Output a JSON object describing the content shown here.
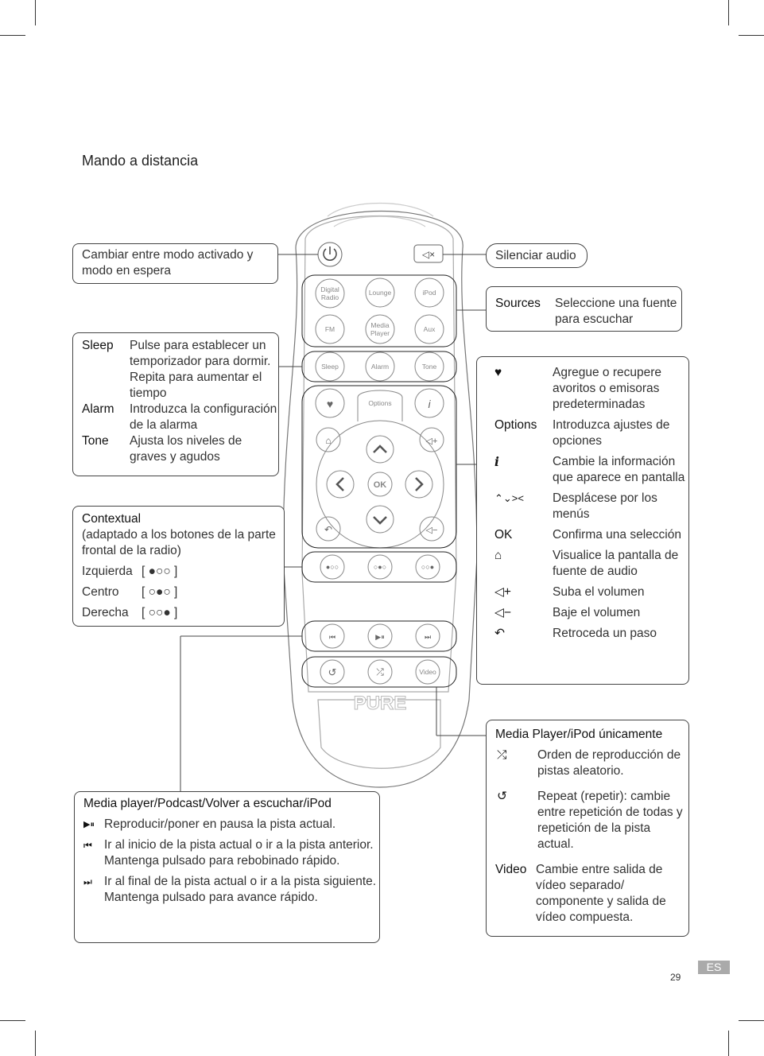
{
  "title": "Mando a distancia",
  "power_box": {
    "text": "Cambiar entre modo activado y modo en espera"
  },
  "mute_box": {
    "text": "Silenciar audio"
  },
  "sources_box": {
    "key": "Sources",
    "desc": "Seleccione una fuente para escuchar"
  },
  "sleep_box": {
    "items": [
      {
        "key": "Sleep",
        "desc": "Pulse para establecer un temporizador para dormir. Repita para aumentar el tiempo"
      },
      {
        "key": "Alarm",
        "desc": "Introduzca la configuración de la alarma"
      },
      {
        "key": "Tone",
        "desc": "Ajusta los niveles de graves y agudos"
      }
    ]
  },
  "contextual_box": {
    "heading": "Contextual",
    "subheading": "(adaptado a los botones de la parte frontal de la radio)",
    "items": [
      {
        "label": "Izquierda",
        "symbol": "[ ●○○ ]"
      },
      {
        "label": "Centro",
        "symbol": "[ ○●○ ]"
      },
      {
        "label": "Derecha",
        "symbol": "[ ○○● ]"
      }
    ]
  },
  "nav_box": {
    "items": [
      {
        "icon": "heart-icon",
        "key": "♥",
        "desc": "Agregue o recupere avoritos o emisoras predeterminadas"
      },
      {
        "key": "Options",
        "desc": "Introduzca ajustes de opciones"
      },
      {
        "icon": "info-icon",
        "key": "i",
        "desc": "Cambie la información que aparece en pantalla"
      },
      {
        "icon": "arrows-icon",
        "key": "",
        "desc": "Desplácese por los menús"
      },
      {
        "key": "OK",
        "desc": "Confirma una selección"
      },
      {
        "icon": "home-icon",
        "key": "",
        "desc": "Visualice la pantalla de fuente de audio"
      },
      {
        "icon": "volume-up-icon",
        "key": "",
        "desc": "Suba el volumen"
      },
      {
        "icon": "volume-down-icon",
        "key": "",
        "desc": "Baje el volumen"
      },
      {
        "icon": "back-icon",
        "key": "",
        "desc": "Retroceda un paso"
      }
    ]
  },
  "media_only_box": {
    "heading": "Media Player/iPod únicamente",
    "items": [
      {
        "icon": "shuffle-icon",
        "desc": "Orden de reproducción de pistas aleatorio."
      },
      {
        "icon": "repeat-icon",
        "desc": "Repeat (repetir): cambie entre repetición de todas y repetición de la pista actual."
      },
      {
        "key": "Video",
        "desc": "Cambie entre salida de vídeo separado/ componente y salida de vídeo compuesta."
      }
    ]
  },
  "media_box": {
    "heading": "Media player/Podcast/Volver a escuchar/iPod",
    "items": [
      {
        "icon": "play-pause-icon",
        "desc": "Reproducir/poner en pausa la pista actual."
      },
      {
        "icon": "previous-icon",
        "desc": "Ir al inicio de la pista actual o ir a la pista anterior.  Mantenga pulsado para rebobinado rápido."
      },
      {
        "icon": "next-icon",
        "desc": "Ir al final de la pista actual o ir a la pista siguiente. Mantenga pulsado para avance rápido."
      }
    ]
  },
  "remote": {
    "buttons": {
      "digital_radio": "Digital Radio",
      "digital_line1": "Digital",
      "digital_line2": "Radio",
      "lounge": "Lounge",
      "ipod": "iPod",
      "fm": "FM",
      "media_line1": "Media",
      "media_line2": "Player",
      "aux": "Aux",
      "sleep": "Sleep",
      "alarm": "Alarm",
      "tone": "Tone",
      "options": "Options",
      "ok": "OK",
      "video": "Video"
    },
    "brand": "PURE"
  },
  "page_number": "29",
  "language": "ES"
}
